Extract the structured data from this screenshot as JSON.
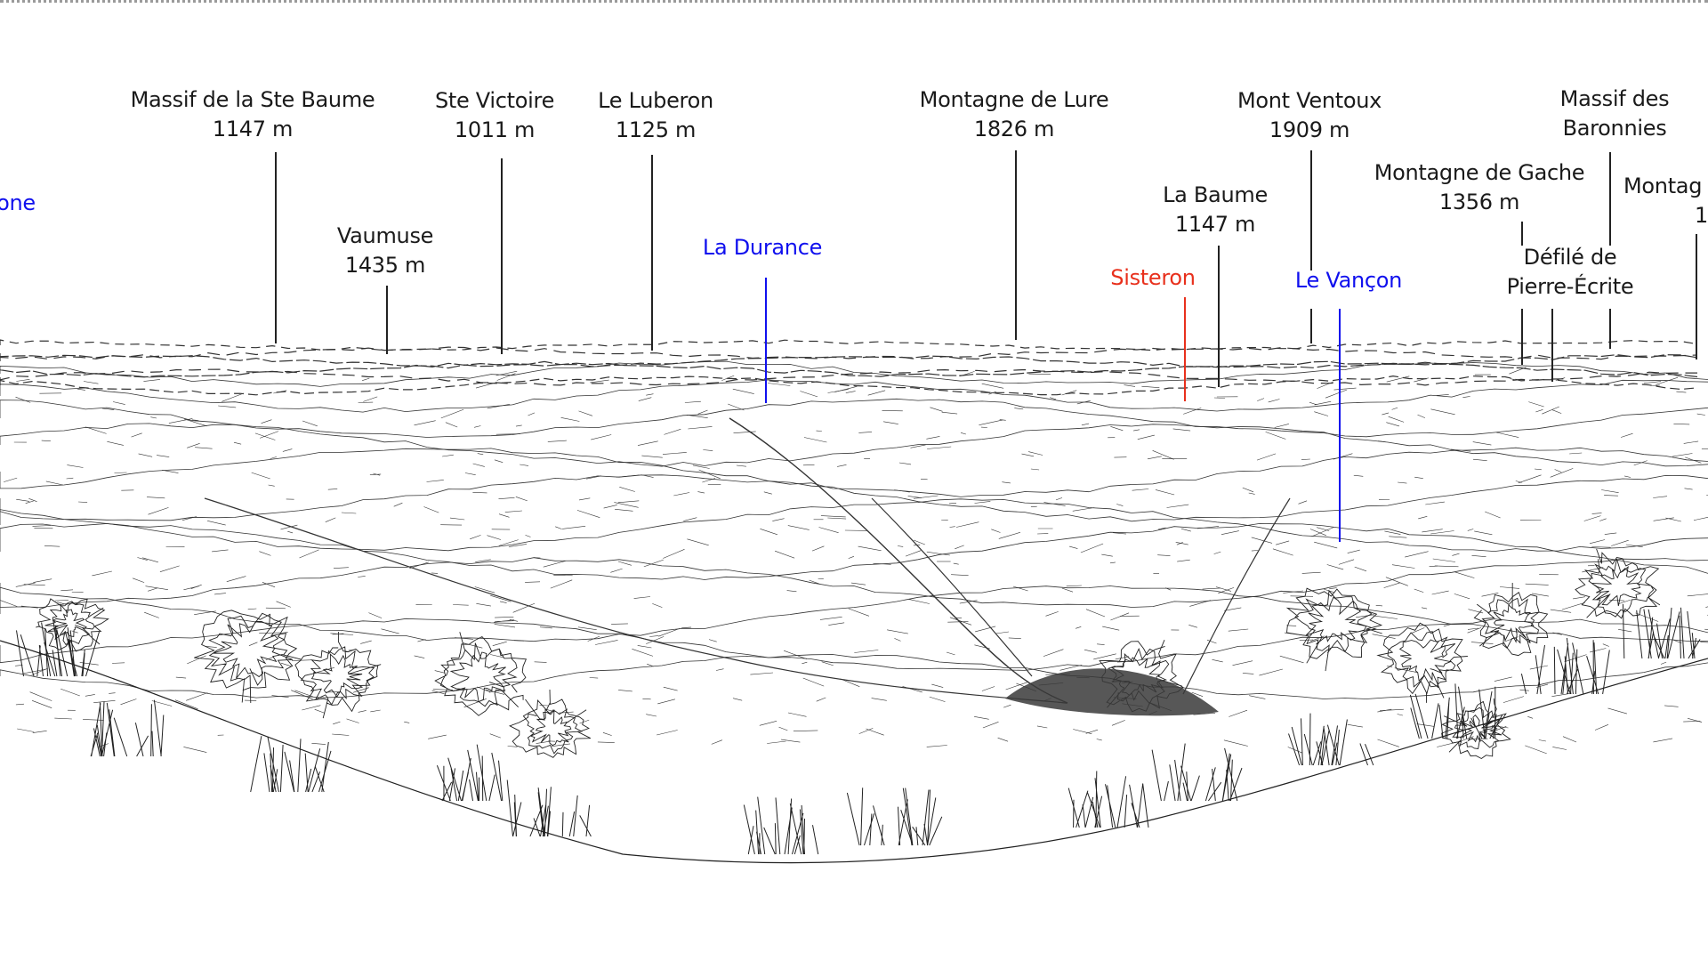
{
  "colors": {
    "peak": "#1a1a1a",
    "river": "#1010ee",
    "town": "#e8301c",
    "sketch": "#222222"
  },
  "labels": {
    "rhone": {
      "name": "one",
      "type": "river"
    },
    "ste_baume": {
      "name": "Massif de la Ste Baume",
      "elevation": "1147 m",
      "type": "peak"
    },
    "vaumuse": {
      "name": "Vaumuse",
      "elevation": "1435 m",
      "type": "peak"
    },
    "ste_victoire": {
      "name": "Ste Victoire",
      "elevation": "1011 m",
      "type": "peak"
    },
    "luberon": {
      "name": "Le Luberon",
      "elevation": "1125 m",
      "type": "peak"
    },
    "durance": {
      "name": "La Durance",
      "type": "river"
    },
    "lure": {
      "name": "Montagne de Lure",
      "elevation": "1826 m",
      "type": "peak"
    },
    "la_baume": {
      "name": "La Baume",
      "elevation": "1147 m",
      "type": "peak"
    },
    "sisteron": {
      "name": "Sisteron",
      "type": "town"
    },
    "ventoux": {
      "name": "Mont Ventoux",
      "elevation": "1909 m",
      "type": "peak"
    },
    "vancon": {
      "name": "Le Vançon",
      "type": "river"
    },
    "baronnies": {
      "name": "Massif des",
      "name2": "Baronnies",
      "type": "peak"
    },
    "gache": {
      "name": "Montagne de Gache",
      "elevation": "1356 m",
      "type": "peak"
    },
    "defile": {
      "name": "Défilé de",
      "name2": "Pierre-Écrite",
      "type": "pass"
    },
    "montag": {
      "name": "Montag",
      "elevation": "1",
      "type": "peak"
    }
  }
}
